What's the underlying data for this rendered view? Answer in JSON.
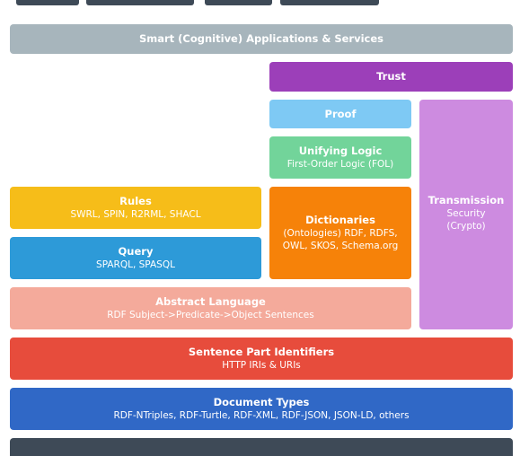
{
  "layers": {
    "smart": {
      "title": "Smart (Cognitive) Applications & Services"
    },
    "trust": {
      "title": "Trust"
    },
    "proof": {
      "title": "Proof"
    },
    "unifying_logic": {
      "title": "Unifying Logic",
      "sub": "First-Order Logic (FOL)"
    },
    "transmission": {
      "title": "Transmission",
      "sub1": "Security",
      "sub2": "(Crypto)"
    },
    "rules": {
      "title": "Rules",
      "sub": "SWRL, SPIN, R2RML, SHACL"
    },
    "query": {
      "title": "Query",
      "sub": "SPARQL, SPASQL"
    },
    "dictionaries": {
      "title": "Dictionaries",
      "sub1": "(Ontologies) RDF, RDFS,",
      "sub2": "OWL, SKOS, Schema.org"
    },
    "abstract_language": {
      "title": "Abstract Language",
      "sub": "RDF Subject->Predicate->Object Sentences"
    },
    "sentence_part_identifiers": {
      "title": "Sentence Part Identifiers",
      "sub": "HTTP IRIs & URIs"
    },
    "document_types": {
      "title": "Document Types",
      "sub": "RDF-NTriples, RDF-Turtle, RDF-XML, RDF-JSON, JSON-LD, others"
    }
  },
  "colors": {
    "smart": "#a7b5bc",
    "trust": "#9c3fb9",
    "proof": "#7ec9f4",
    "unifying_logic": "#72d49a",
    "transmission": "#cd8be0",
    "rules": "#f6bd19",
    "query": "#2d9ad8",
    "dictionaries": "#f68209",
    "abstract_language": "#f4aa9b",
    "sentence_part_identifiers": "#e74c3c",
    "document_types": "#3068c6",
    "bottom_layer": "#3e4a57"
  }
}
